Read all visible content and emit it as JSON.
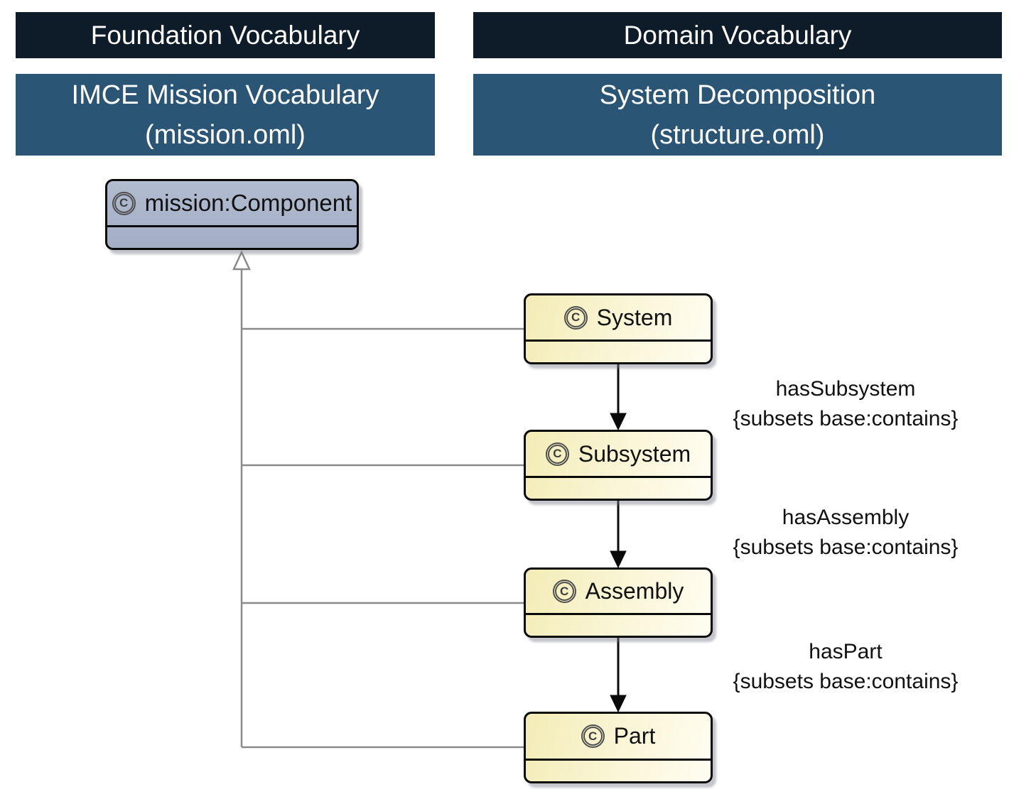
{
  "headers": {
    "foundation": {
      "label": "Foundation Vocabulary"
    },
    "domain": {
      "label": "Domain Vocabulary"
    },
    "mission": {
      "line1": "IMCE Mission Vocabulary",
      "line2": "(mission.oml)"
    },
    "structure": {
      "line1": "System Decomposition",
      "line2": "(structure.oml)"
    }
  },
  "diagram": {
    "classes": [
      {
        "name": "mission:Component",
        "icon": "C",
        "style": "blue"
      },
      {
        "name": "System",
        "icon": "C",
        "style": "yellow"
      },
      {
        "name": "Subsystem",
        "icon": "C",
        "style": "yellow"
      },
      {
        "name": "Assembly",
        "icon": "C",
        "style": "yellow"
      },
      {
        "name": "Part",
        "icon": "C",
        "style": "yellow"
      }
    ],
    "specializations": {
      "parent": "mission:Component",
      "children": [
        "System",
        "Subsystem",
        "Assembly",
        "Part"
      ]
    },
    "relations": [
      {
        "source": "System",
        "target": "Subsystem",
        "name": "hasSubsystem",
        "constraint": "{subsets base:contains}"
      },
      {
        "source": "Subsystem",
        "target": "Assembly",
        "name": "hasAssembly",
        "constraint": "{subsets base:contains}"
      },
      {
        "source": "Assembly",
        "target": "Part",
        "name": "hasPart",
        "constraint": "{subsets base:contains}"
      }
    ]
  },
  "colors": {
    "header_dark": "#0e1c2a",
    "header_blue": "#2b5574",
    "component_fill_top": "#b2bcd0",
    "component_fill_bottom": "#a3aec5",
    "class_yellow_left": "#f3ecb6",
    "class_yellow_mid": "#faf6d8",
    "class_yellow_right": "#fffdf2",
    "line_gray": "#8a8a8a",
    "line_black": "#0a0a0a",
    "text_dark": "#111111"
  }
}
